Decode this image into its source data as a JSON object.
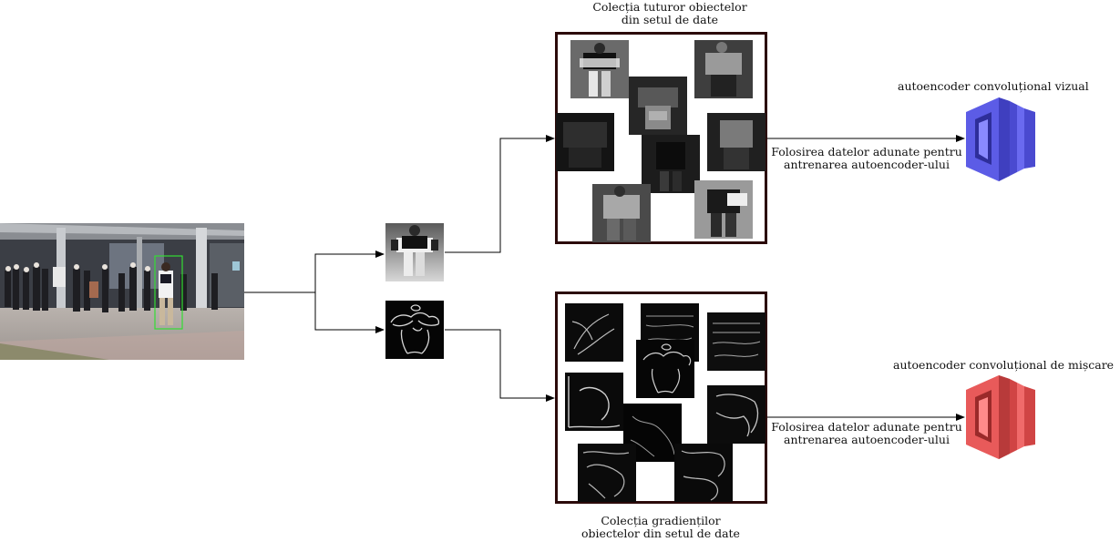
{
  "labels": {
    "objects_collection": [
      "Colecția tuturor obiectelor",
      "din setul de date"
    ],
    "gradients_collection": [
      "Colecția gradienților",
      "obiectelor din setul de date"
    ],
    "visual_ae": "autoencoder convoluțional vizual",
    "motion_ae": "autoencoder convoluțional de mișcare",
    "train_text_top": [
      "Folosirea datelor adunate pentru",
      "antrenarea autoencoder-ului"
    ],
    "train_text_bottom": [
      "Folosirea datelor adunate pentru",
      "antrenarea autoencoder-ului"
    ]
  },
  "colors": {
    "visual_ae": "#5c5ce6",
    "motion_ae": "#e85a5a",
    "panel_border": "#2b0a0a",
    "detection_box": "#33dd33"
  },
  "icons": {
    "visual_ae": "autoencoder-block-icon",
    "motion_ae": "autoencoder-block-icon"
  }
}
